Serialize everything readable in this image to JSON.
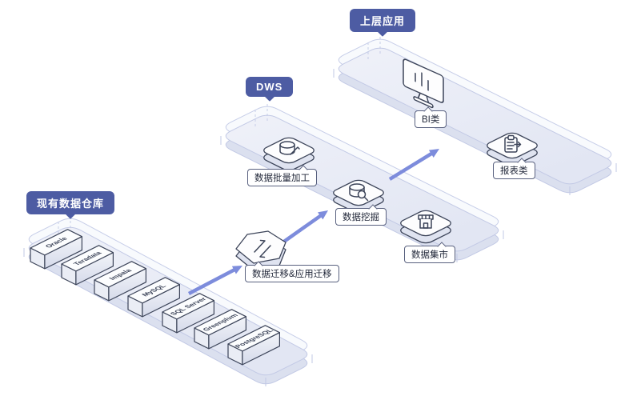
{
  "existing": {
    "label": "现有数据仓库",
    "databases": [
      "Oracle",
      "Teradata",
      "Impala",
      "MySQL",
      "SQL Server",
      "Greenplum",
      "PostgreSQL"
    ]
  },
  "migration": {
    "label": "数据迁移&应用迁移",
    "icon": "transfer-arrows-icon"
  },
  "dws": {
    "label": "DWS",
    "items": [
      {
        "label": "数据批量加工",
        "icon": "database-edit-icon"
      },
      {
        "label": "数据挖掘",
        "icon": "database-search-icon"
      },
      {
        "label": "数据集市",
        "icon": "data-mart-icon"
      }
    ]
  },
  "apps": {
    "label": "上层应用",
    "items": [
      {
        "label": "BI类",
        "icon": "monitor-icon"
      },
      {
        "label": "报表类",
        "icon": "report-arrow-icon"
      }
    ]
  },
  "colors": {
    "badge_bg": "#4D5CA3",
    "arrow": "#7D8CDC",
    "outline_dark": "#3C4459",
    "platform_fill": "#E7EAF5",
    "platform_stroke": "#C2C9E5",
    "tag_border": "#59617F"
  }
}
